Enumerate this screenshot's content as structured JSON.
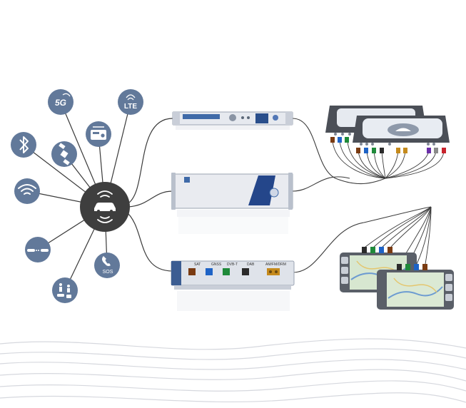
{
  "hub": {
    "icon": "connected-car-icon"
  },
  "services": [
    {
      "name": "5g",
      "icon": "5g-icon",
      "label": "5G"
    },
    {
      "name": "lte",
      "icon": "lte-icon",
      "label": "LTE"
    },
    {
      "name": "bluetooth",
      "icon": "bluetooth-icon",
      "label": ""
    },
    {
      "name": "satellite",
      "icon": "satellite-icon",
      "label": ""
    },
    {
      "name": "broadcast-radio",
      "icon": "radio-icon",
      "label": ""
    },
    {
      "name": "wifi",
      "icon": "wifi-icon",
      "label": ""
    },
    {
      "name": "v2x",
      "icon": "v2x-cars-icon",
      "label": ""
    },
    {
      "name": "sos-call",
      "icon": "sos-phone-icon",
      "label": "SOS"
    },
    {
      "name": "pedestrian-v2x",
      "icon": "road-users-icon",
      "label": ""
    }
  ],
  "instruments": {
    "rack_1u": {
      "icon": "signal-generator-1u"
    },
    "rack_large": {
      "icon": "signal-generator-4u"
    },
    "gnss_box": {
      "icon": "gnss-sdr-box",
      "ports": [
        {
          "label": "SAT",
          "color": "#7a3b12"
        },
        {
          "label": "GNSS",
          "color": "#1e63c6"
        },
        {
          "label": "DVB-T",
          "color": "#1f8a3a"
        },
        {
          "label": "DAB",
          "color": "#2b2b2b"
        },
        {
          "label": "AM/FM/DRM",
          "color": "#c58a1c"
        }
      ]
    }
  },
  "dut": {
    "telematics_icon": "telematics-control-unit",
    "infotainment_icon": "infotainment-display",
    "connector_colors": [
      "#7a3b12",
      "#1e63c6",
      "#1f8a3a",
      "#2b2b2b",
      "#c58a1c",
      "#6a2ea8",
      "#c8232c",
      "#8a8a8a"
    ]
  },
  "colors": {
    "badge": "#62799a",
    "hub": "#3e3e3e",
    "line": "#3a3a3a",
    "wave": "#d6d8de"
  }
}
